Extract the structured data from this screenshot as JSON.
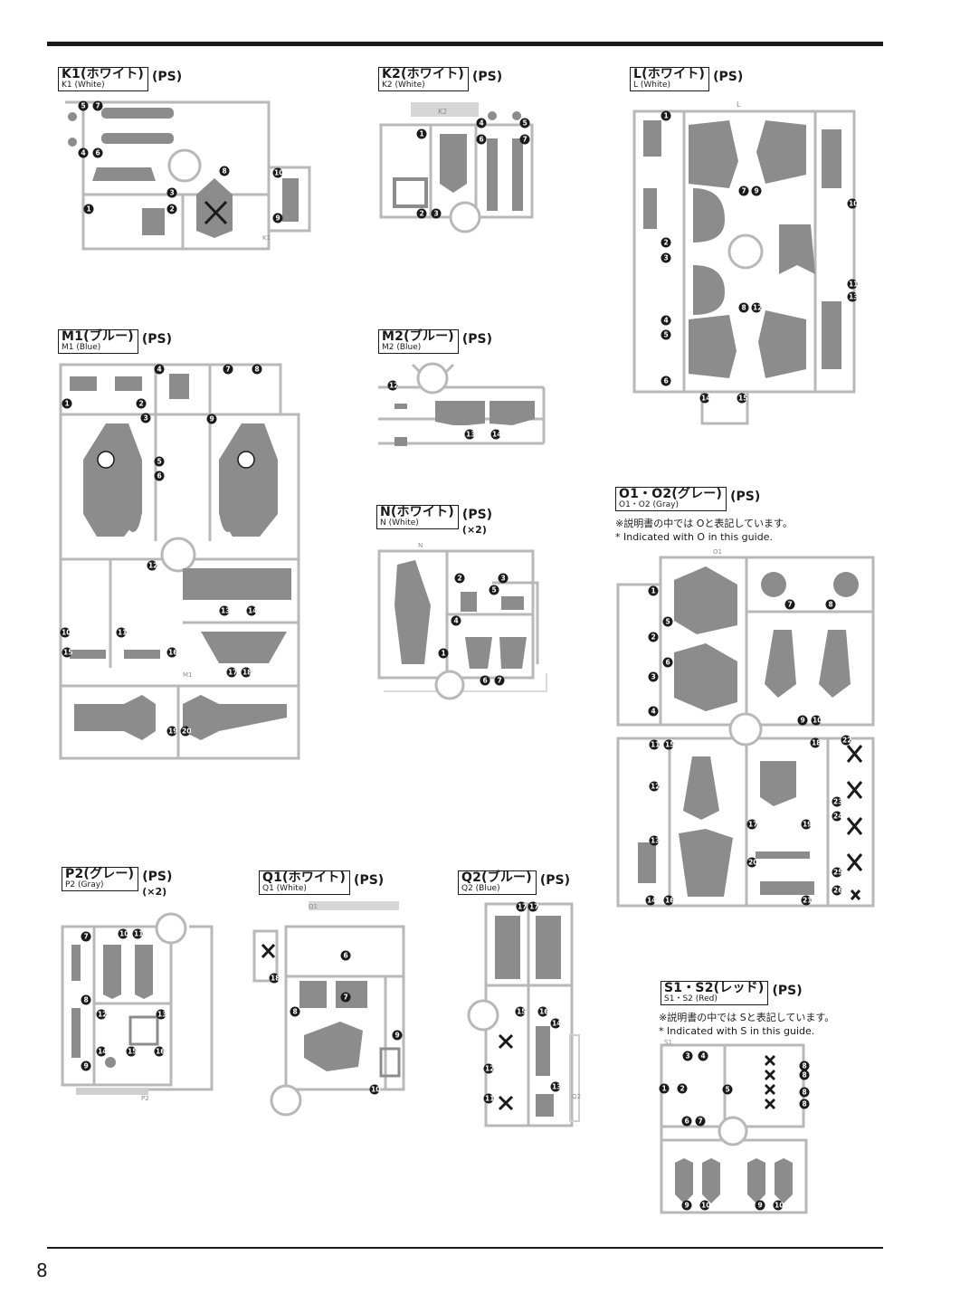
{
  "page_number": "8",
  "colors": {
    "ink": "#1a1a1a",
    "frame": "#b8b8b8",
    "part": "#8c8c8c",
    "bg": "#ffffff"
  },
  "runners": {
    "k1": {
      "title": "K1(ホワイト)",
      "sub": "K1 (White)",
      "material": "(PS)",
      "mark": "K1"
    },
    "k2": {
      "title": "K2(ホワイト)",
      "sub": "K2 (White)",
      "material": "(PS)",
      "mark": "K2"
    },
    "l": {
      "title": "L(ホワイト)",
      "sub": "L (White)",
      "material": "(PS)",
      "mark": "L"
    },
    "m1": {
      "title": "M1(ブルー)",
      "sub": "M1 (Blue)",
      "material": "(PS)",
      "mark": "M1"
    },
    "m2": {
      "title": "M2(ブルー)",
      "sub": "M2 (Blue)",
      "material": "(PS)",
      "mark": "M2"
    },
    "n": {
      "title": "N(ホワイト)",
      "sub": "N (White)",
      "material": "(PS)",
      "count": "(×2)",
      "mark": "N"
    },
    "o": {
      "title": "O1・O2(グレー)",
      "sub": "O1・O2 (Gray)",
      "material": "(PS)",
      "note_jp": "※説明書の中では Oと表記しています。",
      "note_en": "* Indicated with O in this guide.",
      "mark": "O1"
    },
    "p2": {
      "title": "P2(グレー)",
      "sub": "P2 (Gray)",
      "material": "(PS)",
      "count": "(×2)",
      "mark": "P2"
    },
    "q1": {
      "title": "Q1(ホワイト)",
      "sub": "Q1 (White)",
      "material": "(PS)",
      "mark": "Q1"
    },
    "q2": {
      "title": "Q2(ブルー)",
      "sub": "Q2 (Blue)",
      "material": "(PS)",
      "mark": "Q2"
    },
    "s": {
      "title": "S1・S2(レッド)",
      "sub": "S1・S2 (Red)",
      "material": "(PS)",
      "note_jp": "※説明書の中では Sと表記しています。",
      "note_en": "* Indicated with S in this guide.",
      "mark": "S1"
    }
  }
}
